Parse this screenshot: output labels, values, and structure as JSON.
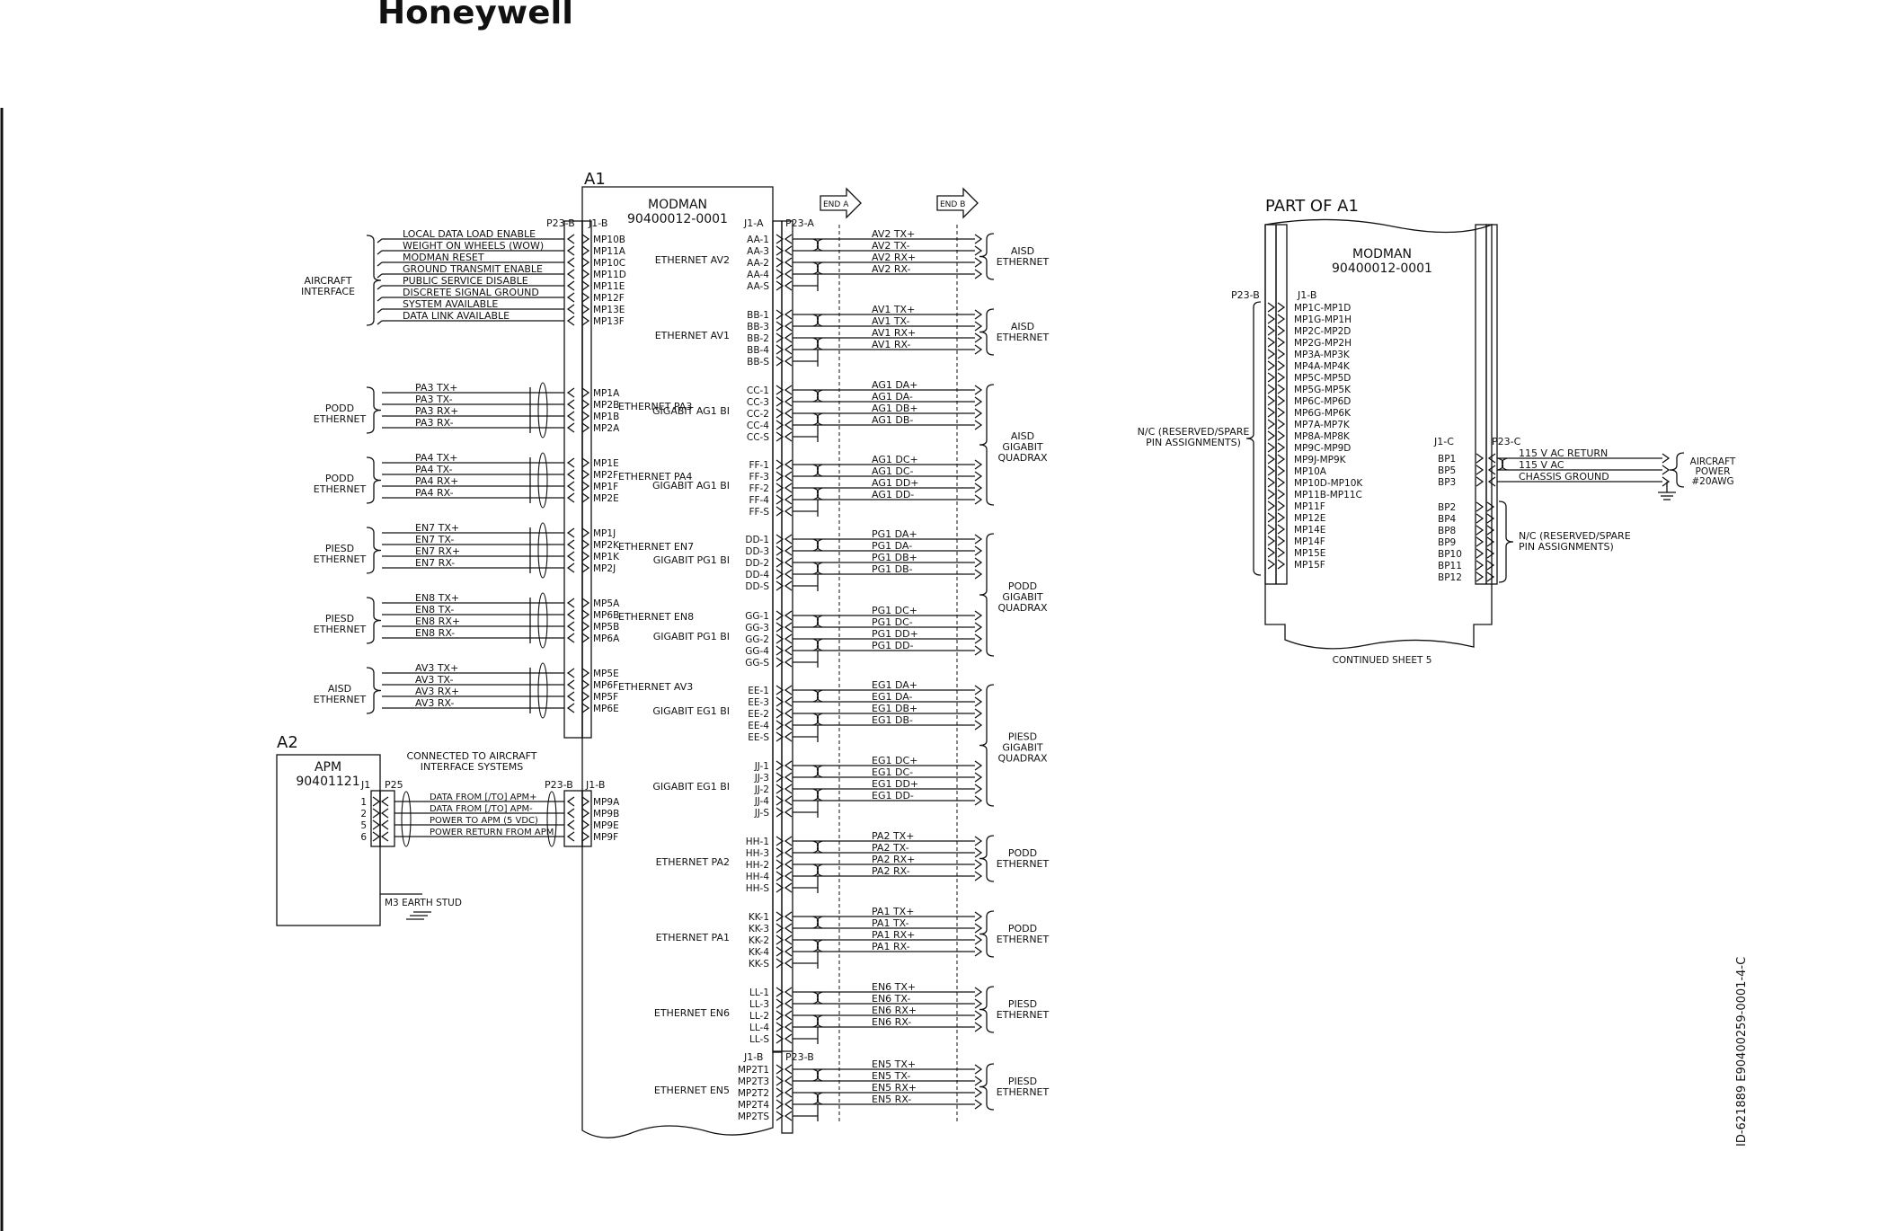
{
  "brand": {
    "name": "Honeywell"
  },
  "doc_id": "ID-621889   E90400259-0001-4-C",
  "continued": "CONTINUED SHEET 5",
  "a1": {
    "ref": "A1",
    "name": "MODMAN",
    "part": "90400012-0001",
    "conn_left": "P23-B",
    "conn_j1b": "J1-B",
    "conn_j1a": "J1-A",
    "conn_p23a": "P23-A",
    "conn_j1b_low": "J1-B",
    "conn_p23b_low": "P23-B",
    "end_a": "END A",
    "end_b": "END B"
  },
  "aircraft_group": {
    "label": "AIRCRAFT\nINTERFACE",
    "signals": [
      "LOCAL DATA LOAD ENABLE",
      "WEIGHT ON WHEELS (WOW)",
      "MODMAN RESET",
      "GROUND TRANSMIT ENABLE",
      "PUBLIC SERVICE DISABLE",
      "DISCRETE SIGNAL GROUND",
      "SYSTEM AVAILABLE",
      "DATA LINK AVAILABLE"
    ],
    "pins": [
      "MP10B",
      "MP11A",
      "MP10C",
      "MP11D",
      "MP11E",
      "MP12F",
      "MP13E",
      "MP13F"
    ]
  },
  "left_groups": [
    {
      "label": "PODD\nETHERNET",
      "signals": [
        "PA3 TX+",
        "PA3 TX-",
        "PA3 RX+",
        "PA3 RX-"
      ],
      "pins": [
        "MP1A",
        "MP2B",
        "MP1B",
        "MP2A"
      ],
      "port": "ETHERNET PA3"
    },
    {
      "label": "PODD\nETHERNET",
      "signals": [
        "PA4 TX+",
        "PA4 TX-",
        "PA4 RX+",
        "PA4 RX-"
      ],
      "pins": [
        "MP1E",
        "MP2F",
        "MP1F",
        "MP2E"
      ],
      "port": "ETHERNET PA4"
    },
    {
      "label": "PIESD\nETHERNET",
      "signals": [
        "EN7 TX+",
        "EN7 TX-",
        "EN7 RX+",
        "EN7 RX-"
      ],
      "pins": [
        "MP1J",
        "MP2K",
        "MP1K",
        "MP2J"
      ],
      "port": "ETHERNET EN7"
    },
    {
      "label": "PIESD\nETHERNET",
      "signals": [
        "EN8 TX+",
        "EN8 TX-",
        "EN8 RX+",
        "EN8 RX-"
      ],
      "pins": [
        "MP5A",
        "MP6B",
        "MP5B",
        "MP6A"
      ],
      "port": "ETHERNET EN8"
    },
    {
      "label": "AISD\nETHERNET",
      "signals": [
        "AV3 TX+",
        "AV3 TX-",
        "AV3 RX+",
        "AV3 RX-"
      ],
      "pins": [
        "MP5E",
        "MP6F",
        "MP5F",
        "MP6E"
      ],
      "port": "ETHERNET AV3"
    }
  ],
  "right_groups": [
    {
      "port": "ETHERNET AV2",
      "pins": [
        "AA-1",
        "AA-3",
        "AA-2",
        "AA-4",
        "AA-S"
      ],
      "signals": [
        "AV2 TX+",
        "AV2 TX-",
        "AV2 RX+",
        "AV2 RX-"
      ],
      "dest": "AISD\nETHERNET"
    },
    {
      "port": "ETHERNET AV1",
      "pins": [
        "BB-1",
        "BB-3",
        "BB-2",
        "BB-4",
        "BB-S"
      ],
      "signals": [
        "AV1 TX+",
        "AV1 TX-",
        "AV1 RX+",
        "AV1 RX-"
      ],
      "dest": "AISD\nETHERNET"
    },
    {
      "port": "GIGABIT AG1 BI",
      "pins": [
        "CC-1",
        "CC-3",
        "CC-2",
        "CC-4",
        "CC-S"
      ],
      "signals": [
        "AG1 DA+",
        "AG1 DA-",
        "AG1 DB+",
        "AG1 DB-"
      ]
    },
    {
      "port": "GIGABIT AG1 BI",
      "pins": [
        "FF-1",
        "FF-3",
        "FF-2",
        "FF-4",
        "FF-S"
      ],
      "signals": [
        "AG1 DC+",
        "AG1 DC-",
        "AG1 DD+",
        "AG1 DD-"
      ]
    },
    {
      "port": "GIGABIT PG1 BI",
      "pins": [
        "DD-1",
        "DD-3",
        "DD-2",
        "DD-4",
        "DD-S"
      ],
      "signals": [
        "PG1 DA+",
        "PG1 DA-",
        "PG1 DB+",
        "PG1 DB-"
      ]
    },
    {
      "port": "GIGABIT PG1 BI",
      "pins": [
        "GG-1",
        "GG-3",
        "GG-2",
        "GG-4",
        "GG-S"
      ],
      "signals": [
        "PG1 DC+",
        "PG1 DC-",
        "PG1 DD+",
        "PG1 DD-"
      ]
    },
    {
      "port": "GIGABIT EG1 BI",
      "pins": [
        "EE-1",
        "EE-3",
        "EE-2",
        "EE-4",
        "EE-S"
      ],
      "signals": [
        "EG1 DA+",
        "EG1 DA-",
        "EG1 DB+",
        "EG1 DB-"
      ]
    },
    {
      "port": "GIGABIT EG1 BI",
      "pins": [
        "JJ-1",
        "JJ-3",
        "JJ-2",
        "JJ-4",
        "JJ-S"
      ],
      "signals": [
        "EG1 DC+",
        "EG1 DC-",
        "EG1 DD+",
        "EG1 DD-"
      ]
    },
    {
      "port": "ETHERNET PA2",
      "pins": [
        "HH-1",
        "HH-3",
        "HH-2",
        "HH-4",
        "HH-S"
      ],
      "signals": [
        "PA2 TX+",
        "PA2 TX-",
        "PA2 RX+",
        "PA2 RX-"
      ],
      "dest": "PODD\nETHERNET"
    },
    {
      "port": "ETHERNET PA1",
      "pins": [
        "KK-1",
        "KK-3",
        "KK-2",
        "KK-4",
        "KK-S"
      ],
      "signals": [
        "PA1 TX+",
        "PA1 TX-",
        "PA1 RX+",
        "PA1 RX-"
      ],
      "dest": "PODD\nETHERNET"
    },
    {
      "port": "ETHERNET EN6",
      "pins": [
        "LL-1",
        "LL-3",
        "LL-2",
        "LL-4",
        "LL-S"
      ],
      "signals": [
        "EN6 TX+",
        "EN6 TX-",
        "EN6 RX+",
        "EN6 RX-"
      ],
      "dest": "PIESD\nETHERNET"
    },
    {
      "port": "ETHERNET EN5",
      "pins": [
        "MP2T1",
        "MP2T3",
        "MP2T2",
        "MP2T4",
        "MP2TS"
      ],
      "signals": [
        "EN5 TX+",
        "EN5 TX-",
        "EN5 RX+",
        "EN5 RX-"
      ],
      "dest": "PIESD\nETHERNET"
    }
  ],
  "quad_dests": [
    "AISD\nGIGABIT\nQUADRAX",
    "PODD\nGIGABIT\nQUADRAX",
    "PIESD\nGIGABIT\nQUADRAX"
  ],
  "a2": {
    "ref": "A2",
    "name": "APM",
    "part": "90401121",
    "j1": "J1",
    "p25": "P25",
    "pins": [
      "1",
      "2",
      "5",
      "6"
    ],
    "note": "CONNECTED TO AIRCRAFT\nINTERFACE SYSTEMS",
    "conn_p23b": "P23-B",
    "conn_j1b": "J1-B",
    "signals": [
      "DATA FROM [/TO] APM+",
      "DATA FROM [/TO] APM-",
      "POWER TO APM (5 VDC)",
      "POWER RETURN FROM APM"
    ],
    "dest_pins": [
      "MP9A",
      "MP9B",
      "MP9E",
      "MP9F"
    ],
    "earth": "M3 EARTH STUD"
  },
  "part_a1": {
    "title": "PART OF A1",
    "name": "MODMAN",
    "part": "90400012-0001",
    "conn_p23b": "P23-B",
    "conn_j1b": "J1-B",
    "pins": [
      "MP1C-MP1D",
      "MP1G-MP1H",
      "MP2C-MP2D",
      "MP2G-MP2H",
      "MP3A-MP3K",
      "MP4A-MP4K",
      "MP5C-MP5D",
      "MP5G-MP5K",
      "MP6C-MP6D",
      "MP6G-MP6K",
      "MP7A-MP7K",
      "MP8A-MP8K",
      "MP9C-MP9D",
      "MP9J-MP9K",
      "MP10A",
      "MP10D-MP10K",
      "MP11B-MP11C",
      "MP11F",
      "MP12E",
      "MP14E",
      "MP14F",
      "MP15E",
      "MP15F"
    ],
    "nc_left": "N/C (RESERVED/SPARE\nPIN ASSIGNMENTS)",
    "conn_j1c": "J1-C",
    "conn_p23c": "P23-C",
    "power_pins": [
      "BP1",
      "BP5",
      "BP3"
    ],
    "power_signals": [
      "115 V AC RETURN",
      "115 V AC",
      "CHASSIS GROUND"
    ],
    "power_dest": "AIRCRAFT\nPOWER\n#20AWG",
    "spare_pins": [
      "BP2",
      "BP4",
      "BP8",
      "BP9",
      "BP10",
      "BP11",
      "BP12"
    ],
    "nc_right": "N/C (RESERVED/SPARE\nPIN ASSIGNMENTS)"
  }
}
